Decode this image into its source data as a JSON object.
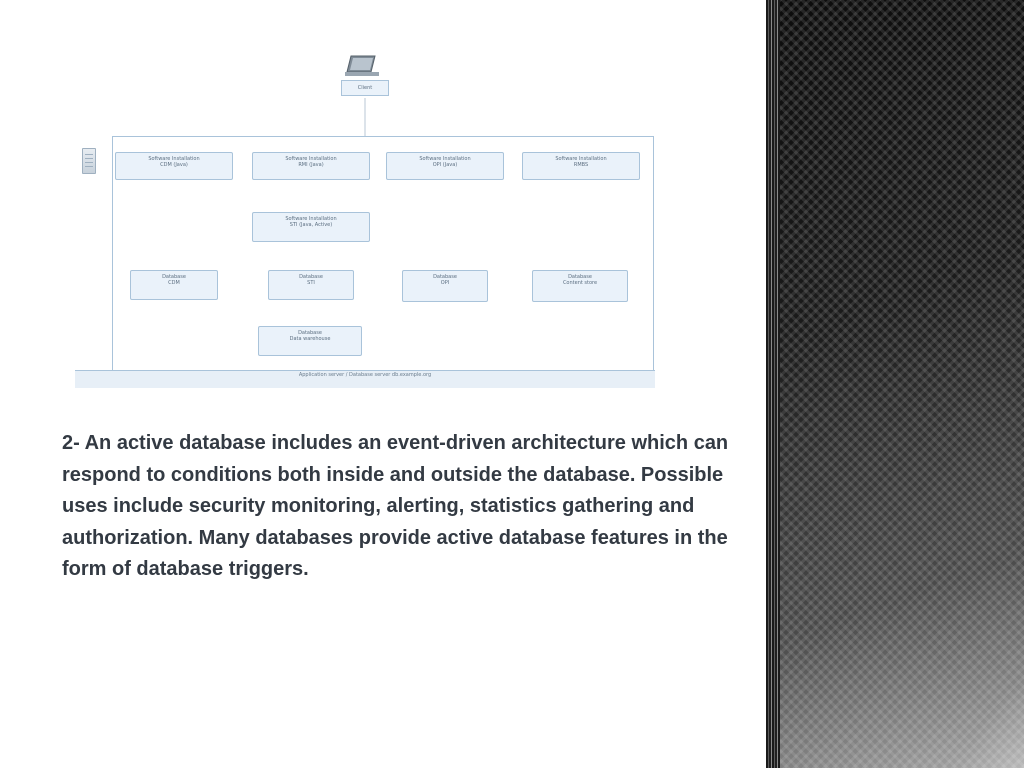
{
  "diagram": {
    "client_label": "Client",
    "top_installs": [
      {
        "line1": "Software Installation",
        "line2": "CDM (Java)"
      },
      {
        "line1": "Software Installation",
        "line2": "RMI (Java)"
      },
      {
        "line1": "Software Installation",
        "line2": "OPI (Java)"
      },
      {
        "line1": "Software Installation",
        "line2": "RMBS"
      }
    ],
    "middle_install": {
      "line1": "Software Installation",
      "line2": "STI (Java, Active)"
    },
    "databases": [
      {
        "line1": "Database",
        "line2": "CDM"
      },
      {
        "line1": "Database",
        "line2": "STI"
      },
      {
        "line1": "Database",
        "line2": "OPI"
      },
      {
        "line1": "Database",
        "line2": "Content store"
      }
    ],
    "bottom_database": {
      "line1": "Database",
      "line2": "Data warehouse"
    },
    "footer_line1": "Application server / Database server",
    "footer_line2": "db.example.org"
  },
  "body_text": "2- An active database includes an event-driven architecture which can respond to conditions both inside and outside the database. Possible uses include security monitoring, alerting, statistics gathering and authorization. Many databases provide active database features in the form of database triggers."
}
